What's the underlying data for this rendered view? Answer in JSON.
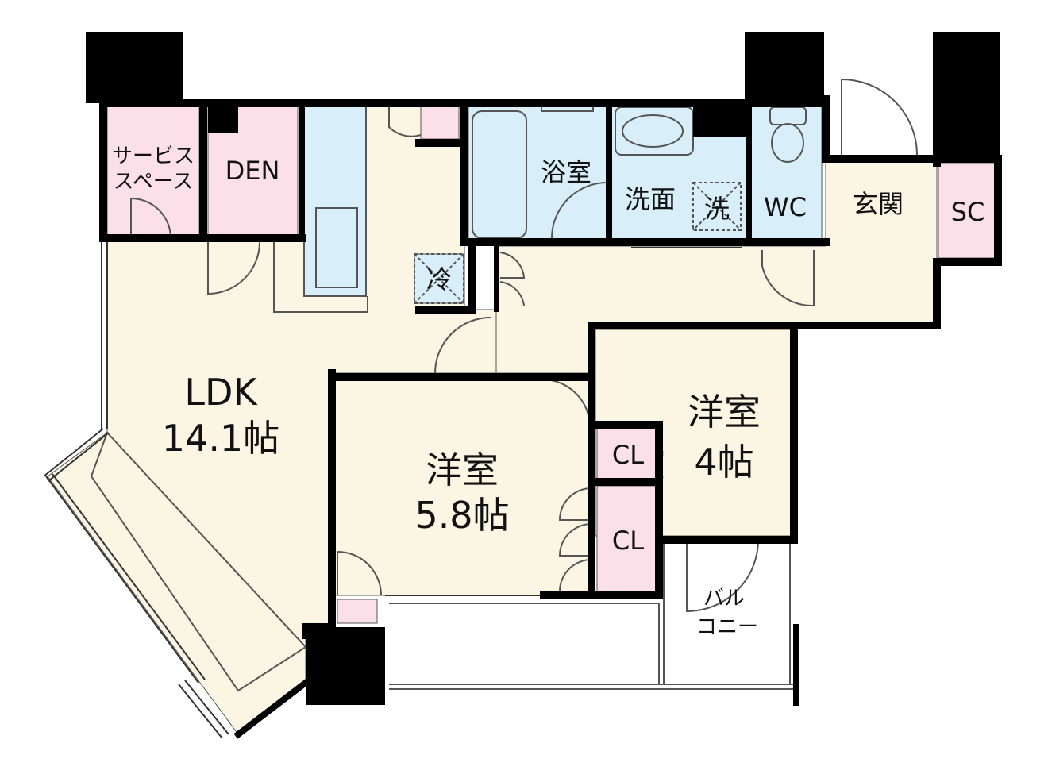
{
  "colors": {
    "living_floor": "#fbf5e4",
    "wet_area": "#d8eef8",
    "storage": "#fbdfe9",
    "walls": "#000000",
    "thin_line": "#555555"
  },
  "rooms": {
    "ldk_name": "LDK",
    "ldk_size": "14.1帖",
    "western1_name": "洋室",
    "western1_size": "5.8帖",
    "western2_name": "洋室",
    "western2_size": "4帖",
    "service_space_line1": "サービス",
    "service_space_line2": "スペース",
    "den": "DEN",
    "bath": "浴室",
    "washroom": "洗面",
    "washer": "洗",
    "refrigerator": "冷",
    "wc": "WC",
    "entrance": "玄関",
    "shoe_closet": "SC",
    "closet_1": "CL",
    "closet_2": "CL",
    "balcony_line1": "バル",
    "balcony_line2": "コニー"
  }
}
